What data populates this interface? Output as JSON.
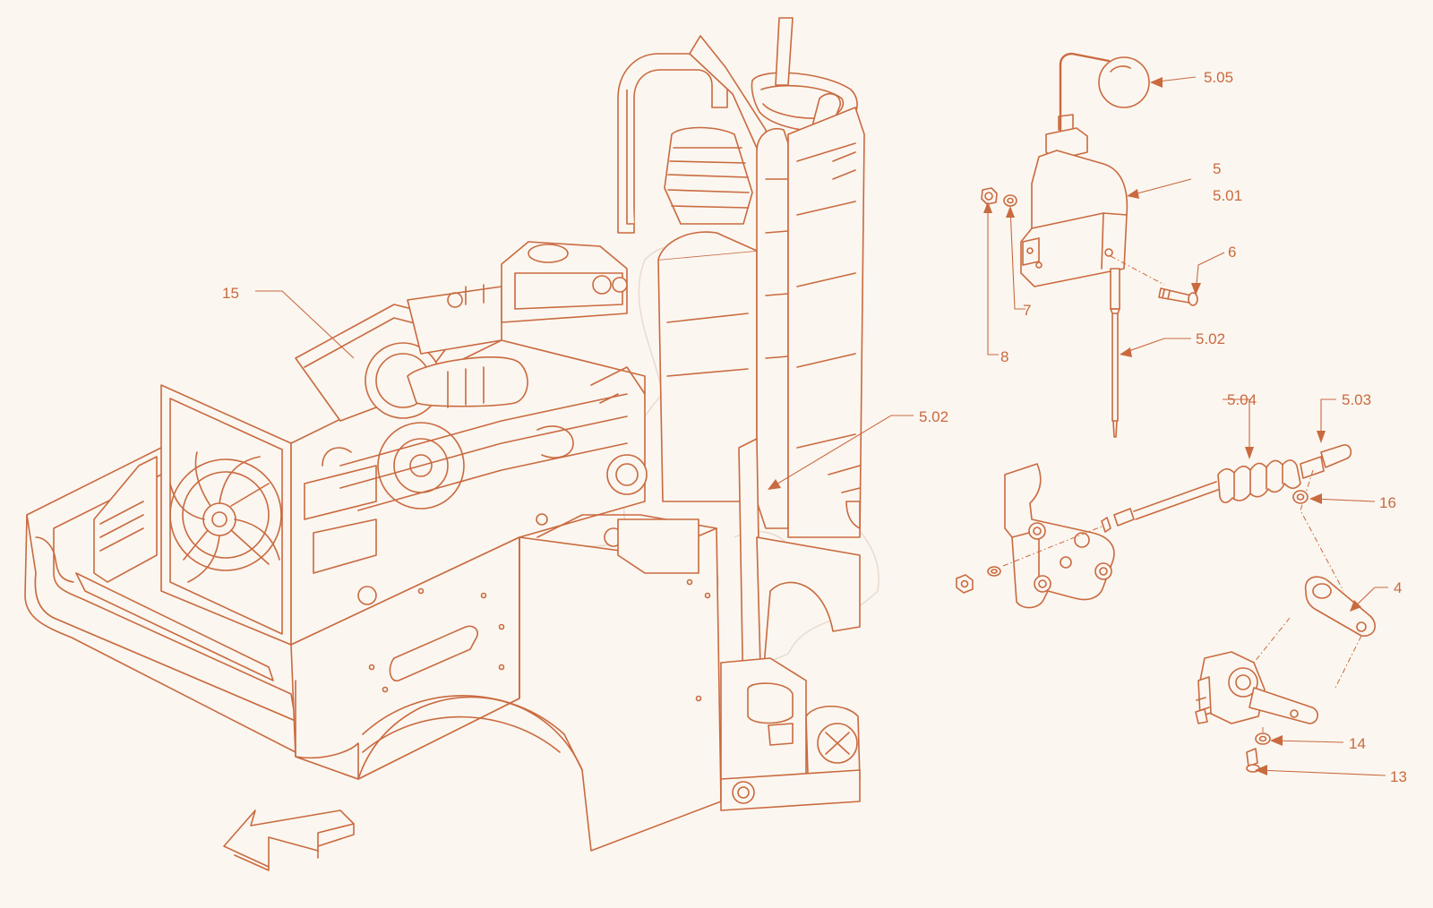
{
  "callouts": [
    {
      "id": "c-5-05",
      "text": "5.05"
    },
    {
      "id": "c-5",
      "text": "5"
    },
    {
      "id": "c-5-01",
      "text": "5.01"
    },
    {
      "id": "c-6",
      "text": "6"
    },
    {
      "id": "c-7",
      "text": "7"
    },
    {
      "id": "c-8",
      "text": "8"
    },
    {
      "id": "c-5-02-a",
      "text": "5.02"
    },
    {
      "id": "c-5-02-b",
      "text": "5.02"
    },
    {
      "id": "c-5-04",
      "text": "5.04"
    },
    {
      "id": "c-5-03",
      "text": "5.03"
    },
    {
      "id": "c-16",
      "text": "16"
    },
    {
      "id": "c-4",
      "text": "4"
    },
    {
      "id": "c-14",
      "text": "14"
    },
    {
      "id": "c-13",
      "text": "13"
    },
    {
      "id": "c-15",
      "text": "15"
    }
  ],
  "colors": {
    "line": "#c96a3f",
    "background": "#fbf6f0",
    "watermark": "#e9d9cd"
  }
}
